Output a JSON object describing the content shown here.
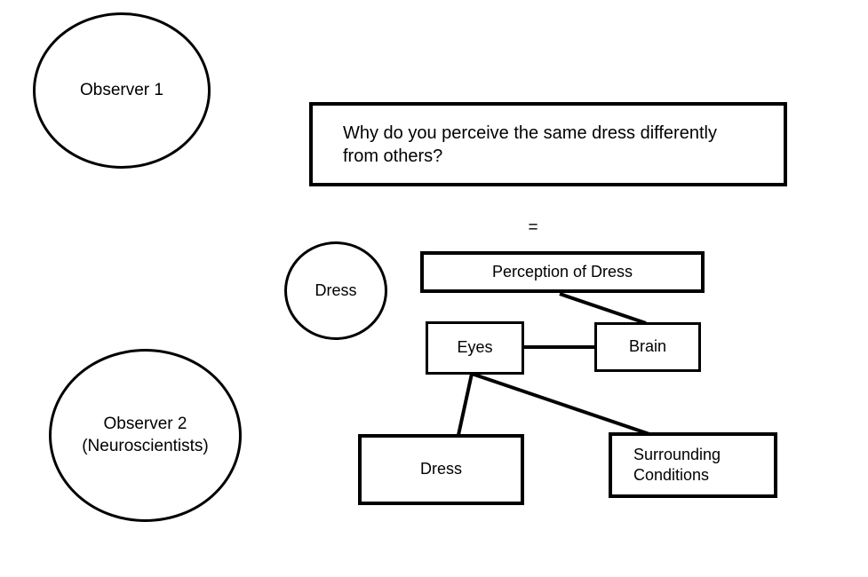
{
  "diagram": {
    "title_question": "Why do you perceive the same dress differently from others?",
    "equals_symbol": "=",
    "nodes": {
      "observer_1": "Observer 1",
      "observer_2": "Observer 2\n(Neuroscientists)",
      "dress_circle": "Dress",
      "perception_of_dress": "Perception of Dress",
      "eyes": "Eyes",
      "brain": "Brain",
      "dress_box": "Dress",
      "surrounding_conditions": "Surrounding\nConditions"
    },
    "colors": {
      "stroke": "#000000",
      "fill": "#ffffff",
      "text": "#000000"
    },
    "connectors": [
      {
        "from": "perception_of_dress",
        "to": "brain"
      },
      {
        "from": "eyes",
        "to": "brain"
      },
      {
        "from": "eyes",
        "to": "dress_box"
      },
      {
        "from": "eyes",
        "to": "surrounding_conditions"
      }
    ]
  }
}
